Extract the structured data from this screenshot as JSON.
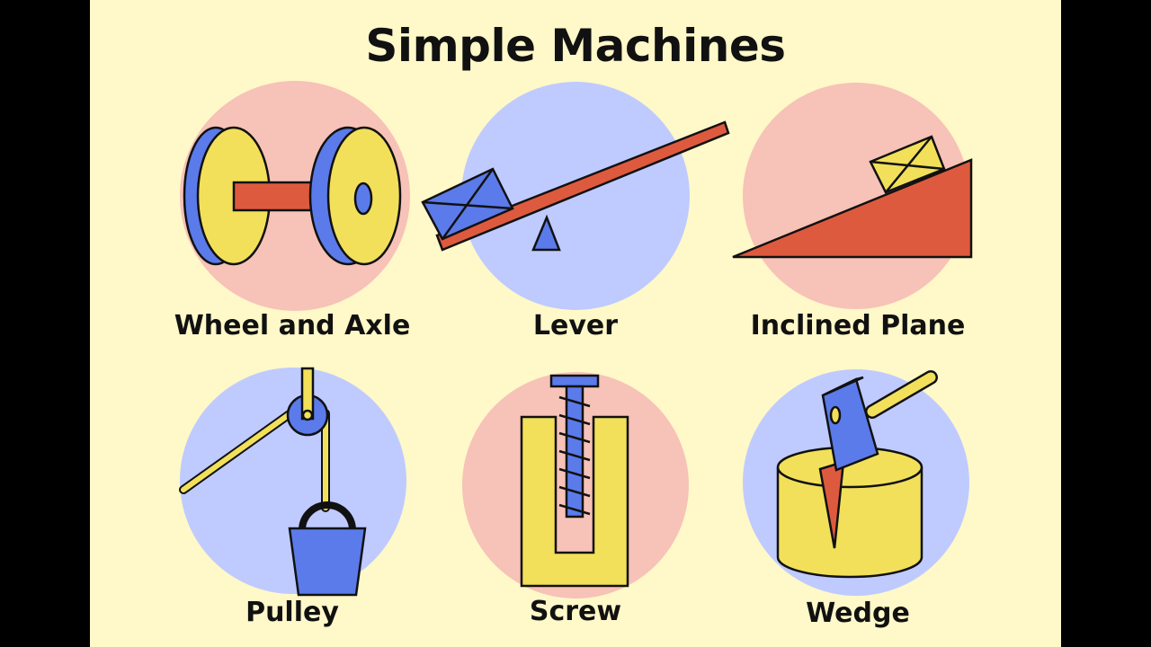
{
  "title": "Simple Machines",
  "machines": [
    {
      "label": "Wheel and Axle",
      "icon": "wheel-and-axle-illustration"
    },
    {
      "label": "Lever",
      "icon": "lever-illustration"
    },
    {
      "label": "Inclined Plane",
      "icon": "inclined-plane-illustration"
    },
    {
      "label": "Pulley",
      "icon": "pulley-illustration"
    },
    {
      "label": "Screw",
      "icon": "screw-illustration"
    },
    {
      "label": "Wedge",
      "icon": "wedge-illustration"
    }
  ],
  "colors": {
    "background": "#FFF8C9",
    "pink": "#F7C2B7",
    "blue": "#BFCBFF",
    "yellow": "#F2E05A",
    "red": "#DE5A3E",
    "royal_blue": "#5B7BEA",
    "outline": "#111111"
  }
}
